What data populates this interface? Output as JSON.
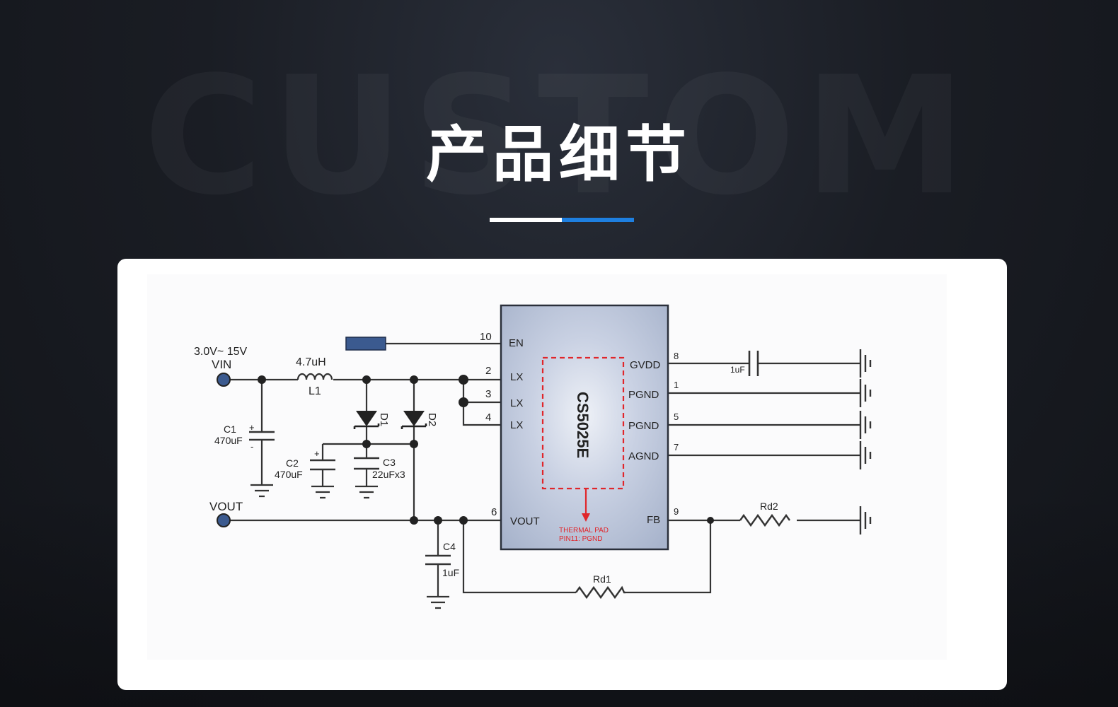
{
  "page": {
    "title": "产品细节",
    "ghost_text": "CUSTOM"
  },
  "colors": {
    "accent_blue": "#1e7fe0",
    "chip_fill": "#bcc6db",
    "thermal_red": "#e0262b",
    "en_block": "#3b5a8f"
  },
  "schematic": {
    "vin_range": "3.0V~ 15V",
    "vin": "VIN",
    "vout": "VOUT",
    "inductor_value": "4.7uH",
    "inductor_name": "L1",
    "c1_name": "C1",
    "c1_value": "470uF",
    "c2_name": "C2",
    "c2_value": "470uF",
    "c3_name": "C3",
    "c3_value": "22uFx3",
    "c4_name": "C4",
    "c4_value": "1uF",
    "d1": "D1",
    "d2": "D2",
    "gvdd_cap": "1uF",
    "rd1": "Rd1",
    "rd2": "Rd2",
    "chip_name": "CS5025E",
    "thermal_line1": "THERMAL PAD",
    "thermal_line2": "PIN11: PGND",
    "left_pins": [
      {
        "num": "10",
        "label": "EN"
      },
      {
        "num": "2",
        "label": "LX"
      },
      {
        "num": "3",
        "label": "LX"
      },
      {
        "num": "4",
        "label": "LX"
      },
      {
        "num": "6",
        "label": "VOUT"
      }
    ],
    "right_pins": [
      {
        "num": "8",
        "label": "GVDD"
      },
      {
        "num": "1",
        "label": "PGND"
      },
      {
        "num": "5",
        "label": "PGND"
      },
      {
        "num": "7",
        "label": "AGND"
      },
      {
        "num": "9",
        "label": "FB"
      }
    ],
    "plus": "+",
    "minus": "-"
  }
}
